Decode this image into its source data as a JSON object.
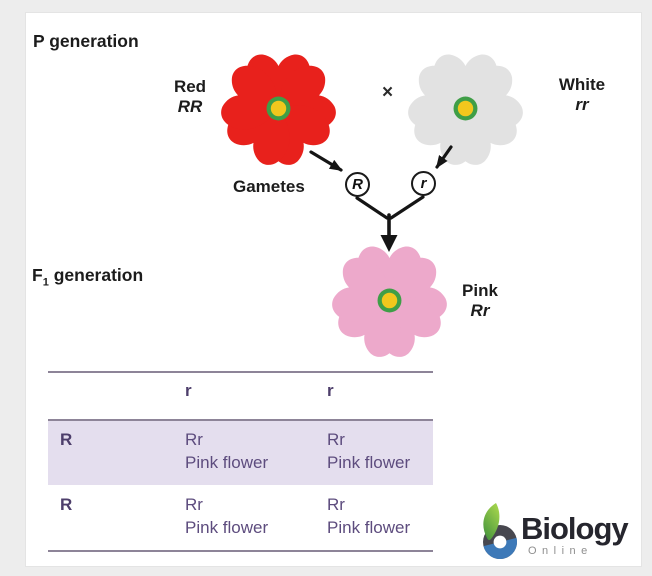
{
  "colors": {
    "bg": "#ededed",
    "card": "#ffffff",
    "ink": "#1c1c1c",
    "sepal_green": "#3f9e47",
    "center_yellow": "#f2c71d",
    "red_petal": "#e8211c",
    "white_petal": "#e2e2e2",
    "pink_petal": "#eda9cb",
    "arrow_black": "#151515",
    "table_rule": "#8d8498",
    "table_text": "#5d4c7e",
    "table_header_text": "#4d3e6b",
    "row_highlight": "#e4deee",
    "logo_leaf_light": "#9ed04b",
    "logo_leaf_dark": "#3e8f3c",
    "logo_blue": "#3d79b8",
    "logo_dark": "#47474f",
    "logo_text": "#26262e",
    "logo_subtext": "#8f8f8f"
  },
  "diagram": {
    "p_generation_label": "P generation",
    "f1_label_prefix": "F",
    "f1_label_sub": "1",
    "f1_label_suffix": "generation",
    "red_flower": {
      "name": "Red",
      "genotype": "RR"
    },
    "white_flower": {
      "name": "White",
      "genotype": "rr"
    },
    "pink_flower": {
      "name": "Pink",
      "genotype": "Rr"
    },
    "cross_symbol": "×",
    "gametes_label": "Gametes",
    "gamete_r_big": "R",
    "gamete_r_small": "r"
  },
  "punnett": {
    "col_headers": [
      "r",
      "r"
    ],
    "rows": [
      {
        "row_header": "R",
        "cells": [
          {
            "genotype": "Rr",
            "phenotype": "Pink flower"
          },
          {
            "genotype": "Rr",
            "phenotype": "Pink flower"
          }
        ]
      },
      {
        "row_header": "R",
        "cells": [
          {
            "genotype": "Rr",
            "phenotype": "Pink flower"
          },
          {
            "genotype": "Rr",
            "phenotype": "Pink flower"
          }
        ]
      }
    ]
  },
  "logo": {
    "brand": "Biology",
    "sub": "Online"
  }
}
